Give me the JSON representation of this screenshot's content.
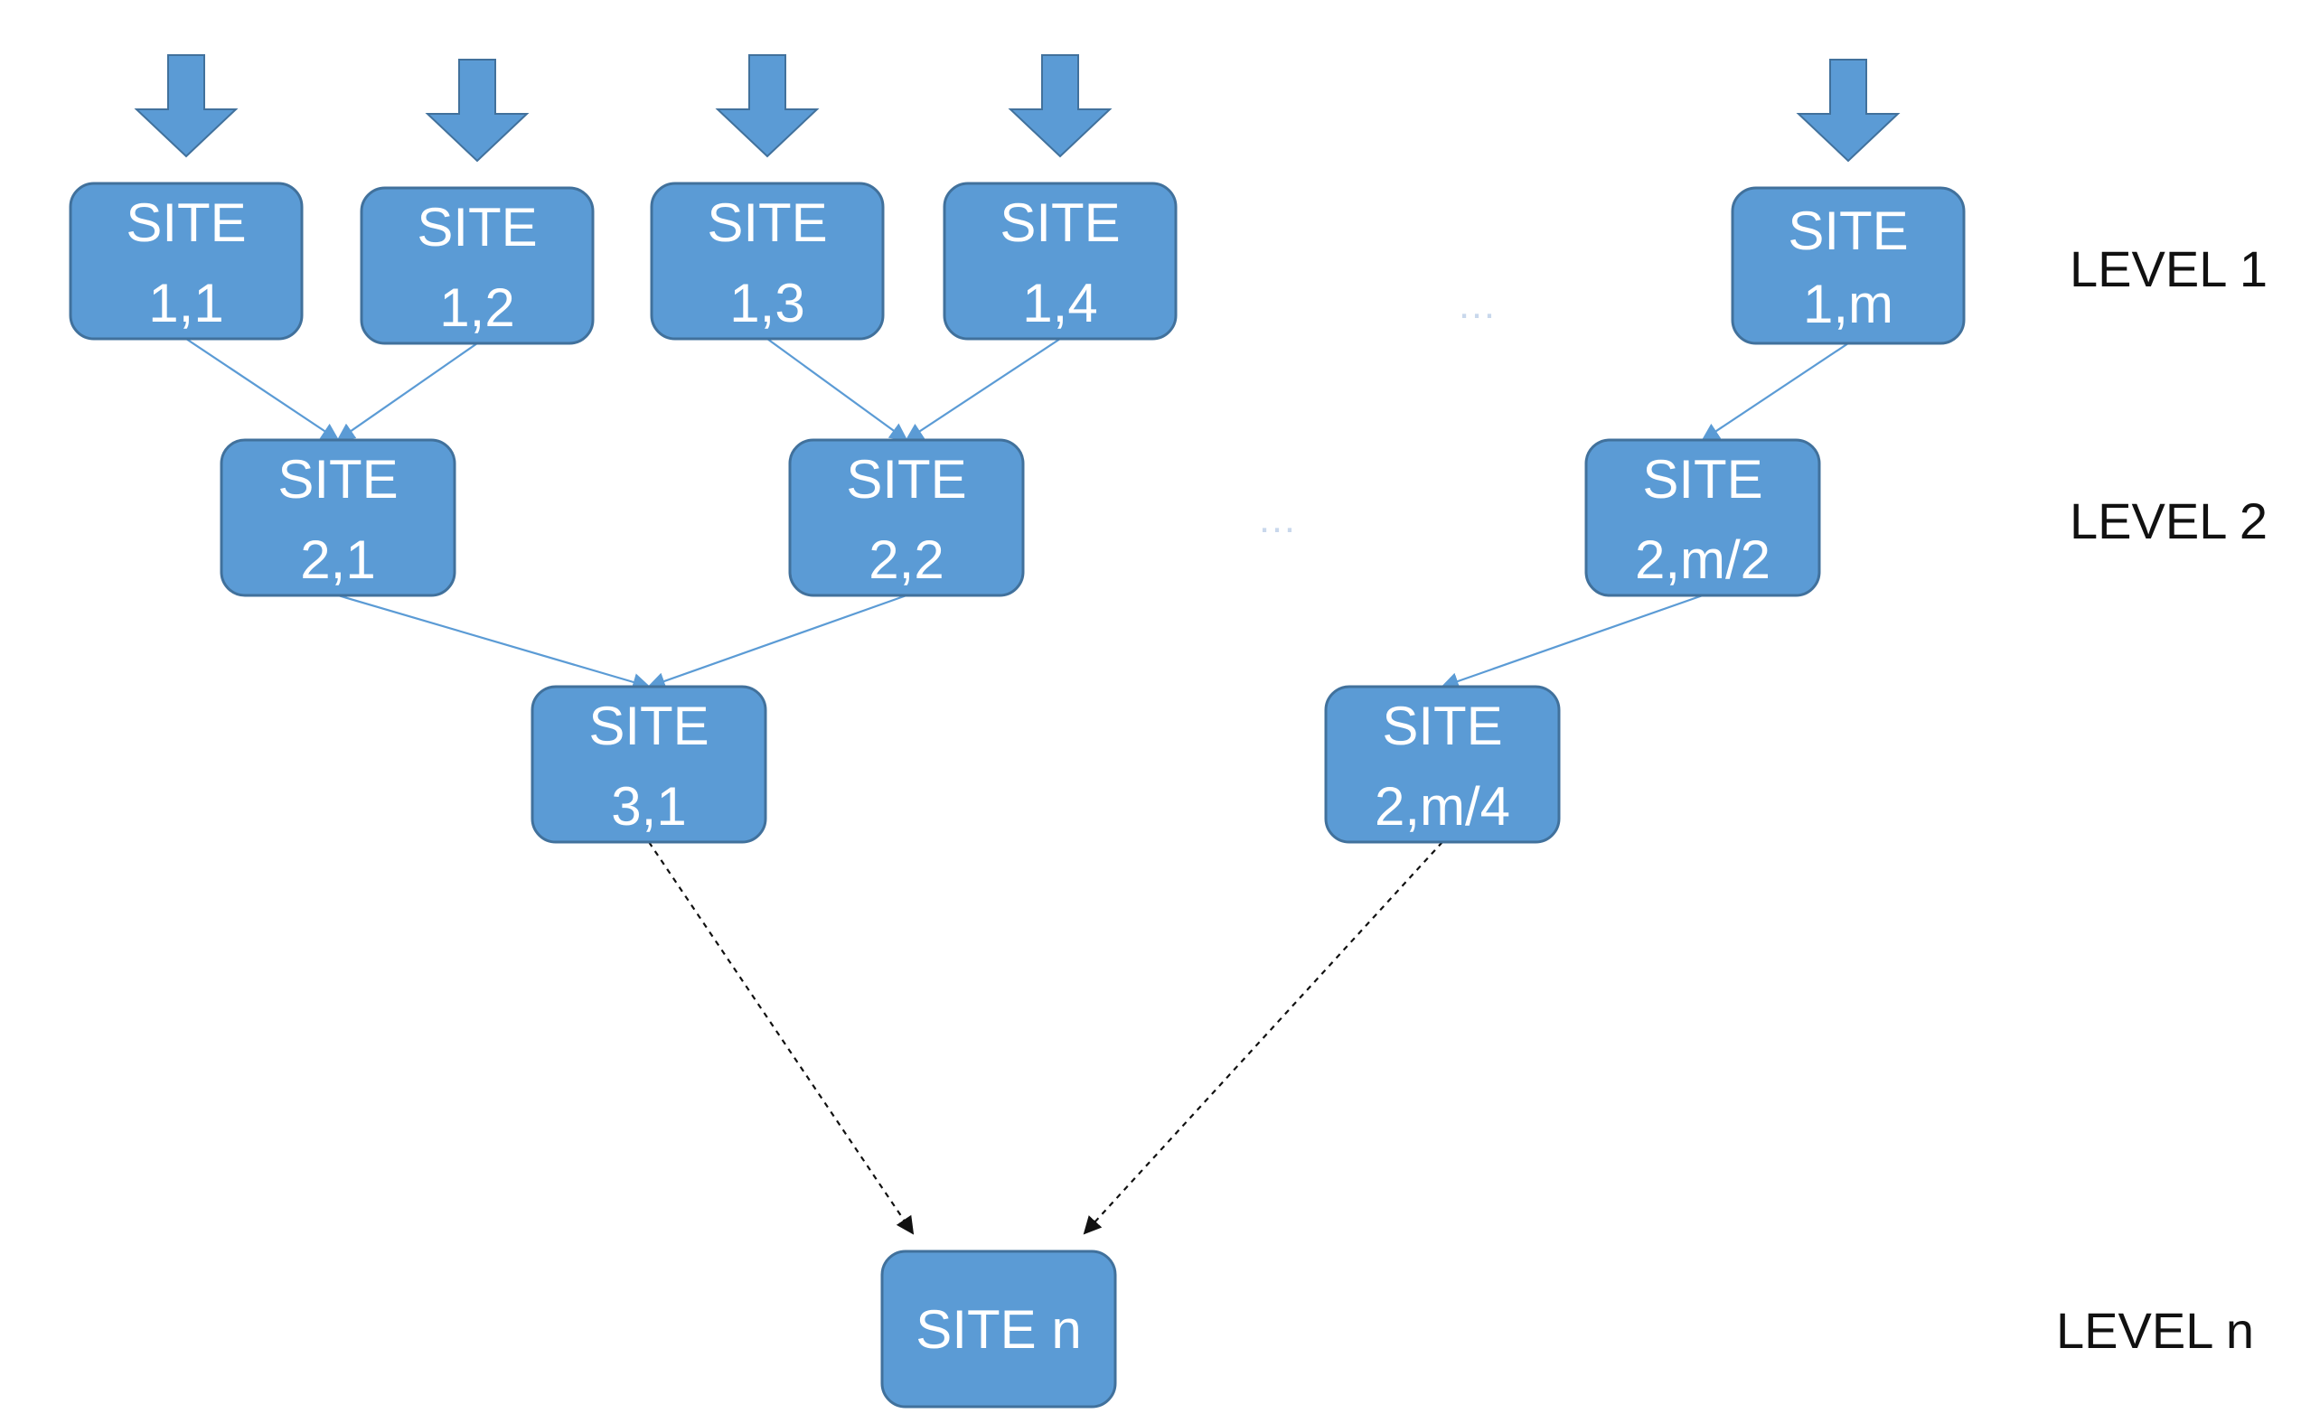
{
  "nodes": [
    {
      "id": "s11",
      "line1": "SITE",
      "line2": "1,1"
    },
    {
      "id": "s12",
      "line1": "SITE",
      "line2": "1,2"
    },
    {
      "id": "s13",
      "line1": "SITE",
      "line2": "1,3"
    },
    {
      "id": "s14",
      "line1": "SITE",
      "line2": "1,4"
    },
    {
      "id": "s1m",
      "line1": "SITE",
      "line2": "1,m"
    },
    {
      "id": "s21",
      "line1": "SITE",
      "line2": "2,1"
    },
    {
      "id": "s22",
      "line1": "SITE",
      "line2": "2,2"
    },
    {
      "id": "s2m2",
      "line1": "SITE",
      "line2": "2,m/2"
    },
    {
      "id": "s31",
      "line1": "SITE",
      "line2": "3,1"
    },
    {
      "id": "s2m4",
      "line1": "SITE",
      "line2": "2,m/4"
    },
    {
      "id": "sn",
      "line1": "SITE n",
      "line2": ""
    }
  ],
  "edges": [
    {
      "from": "s11",
      "to": "s21",
      "style": "solid"
    },
    {
      "from": "s12",
      "to": "s21",
      "style": "solid"
    },
    {
      "from": "s13",
      "to": "s22",
      "style": "solid"
    },
    {
      "from": "s14",
      "to": "s22",
      "style": "solid"
    },
    {
      "from": "s1m",
      "to": "s2m2",
      "style": "solid"
    },
    {
      "from": "s21",
      "to": "s31",
      "style": "solid"
    },
    {
      "from": "s22",
      "to": "s31",
      "style": "solid"
    },
    {
      "from": "s2m2",
      "to": "s2m4",
      "style": "solid"
    },
    {
      "from": "s31",
      "to": "sn",
      "style": "dashed"
    },
    {
      "from": "s2m4",
      "to": "sn",
      "style": "dashed"
    }
  ],
  "inputs": [
    "s11",
    "s12",
    "s13",
    "s14",
    "s1m"
  ],
  "levels": [
    "LEVEL 1",
    "LEVEL 2",
    "LEVEL n"
  ],
  "ellipses": [
    "…",
    "…"
  ],
  "colors": {
    "node_fill": "#5B9BD5",
    "node_border": "#41719C",
    "dashed_edge": "#111111"
  }
}
